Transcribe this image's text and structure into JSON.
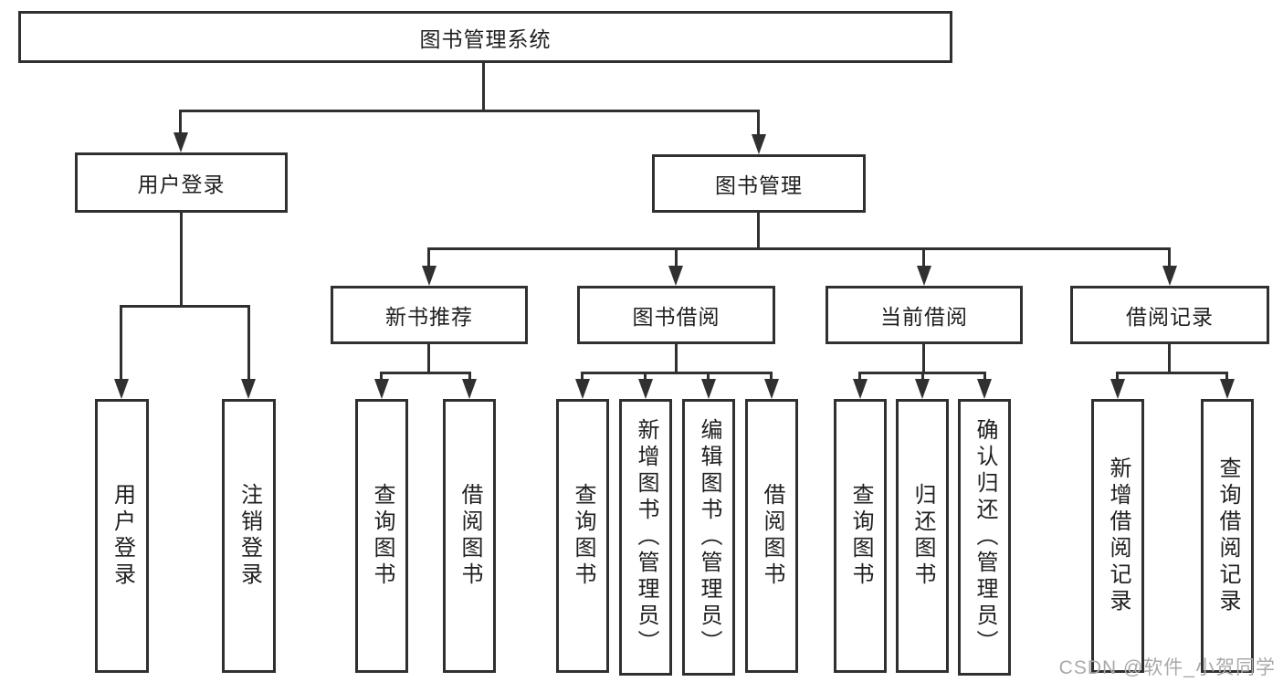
{
  "diagram": {
    "root": {
      "label": "图书管理系统"
    },
    "level2": {
      "login": {
        "label": "用户登录"
      },
      "mgmt": {
        "label": "图书管理"
      }
    },
    "level3": {
      "newbook": {
        "label": "新书推荐"
      },
      "borrow": {
        "label": "图书借阅"
      },
      "current": {
        "label": "当前借阅"
      },
      "records": {
        "label": "借阅记录"
      }
    },
    "leaves": {
      "user_login": {
        "label": "用户登录"
      },
      "logout": {
        "label": "注销登录"
      },
      "nb_query": {
        "label": "查询图书"
      },
      "nb_borrow": {
        "label": "借阅图书"
      },
      "bb_query": {
        "label": "查询图书"
      },
      "bb_add": {
        "label": "新增图书（管理员）"
      },
      "bb_edit": {
        "label": "编辑图书（管理员）"
      },
      "bb_borrow": {
        "label": "借阅图书"
      },
      "cb_query": {
        "label": "查询图书"
      },
      "cb_return": {
        "label": "归还图书"
      },
      "cb_confirm": {
        "label": "确认归还（管理员）"
      },
      "rec_add": {
        "label": "新增借阅记录"
      },
      "rec_query": {
        "label": "查询借阅记录"
      }
    },
    "watermark": "CSDN @软件_小贺同学",
    "colors": {
      "line": "#303030",
      "text": "#1f1f1f",
      "watermark": "#a9a9a9",
      "background": "#ffffff"
    }
  }
}
